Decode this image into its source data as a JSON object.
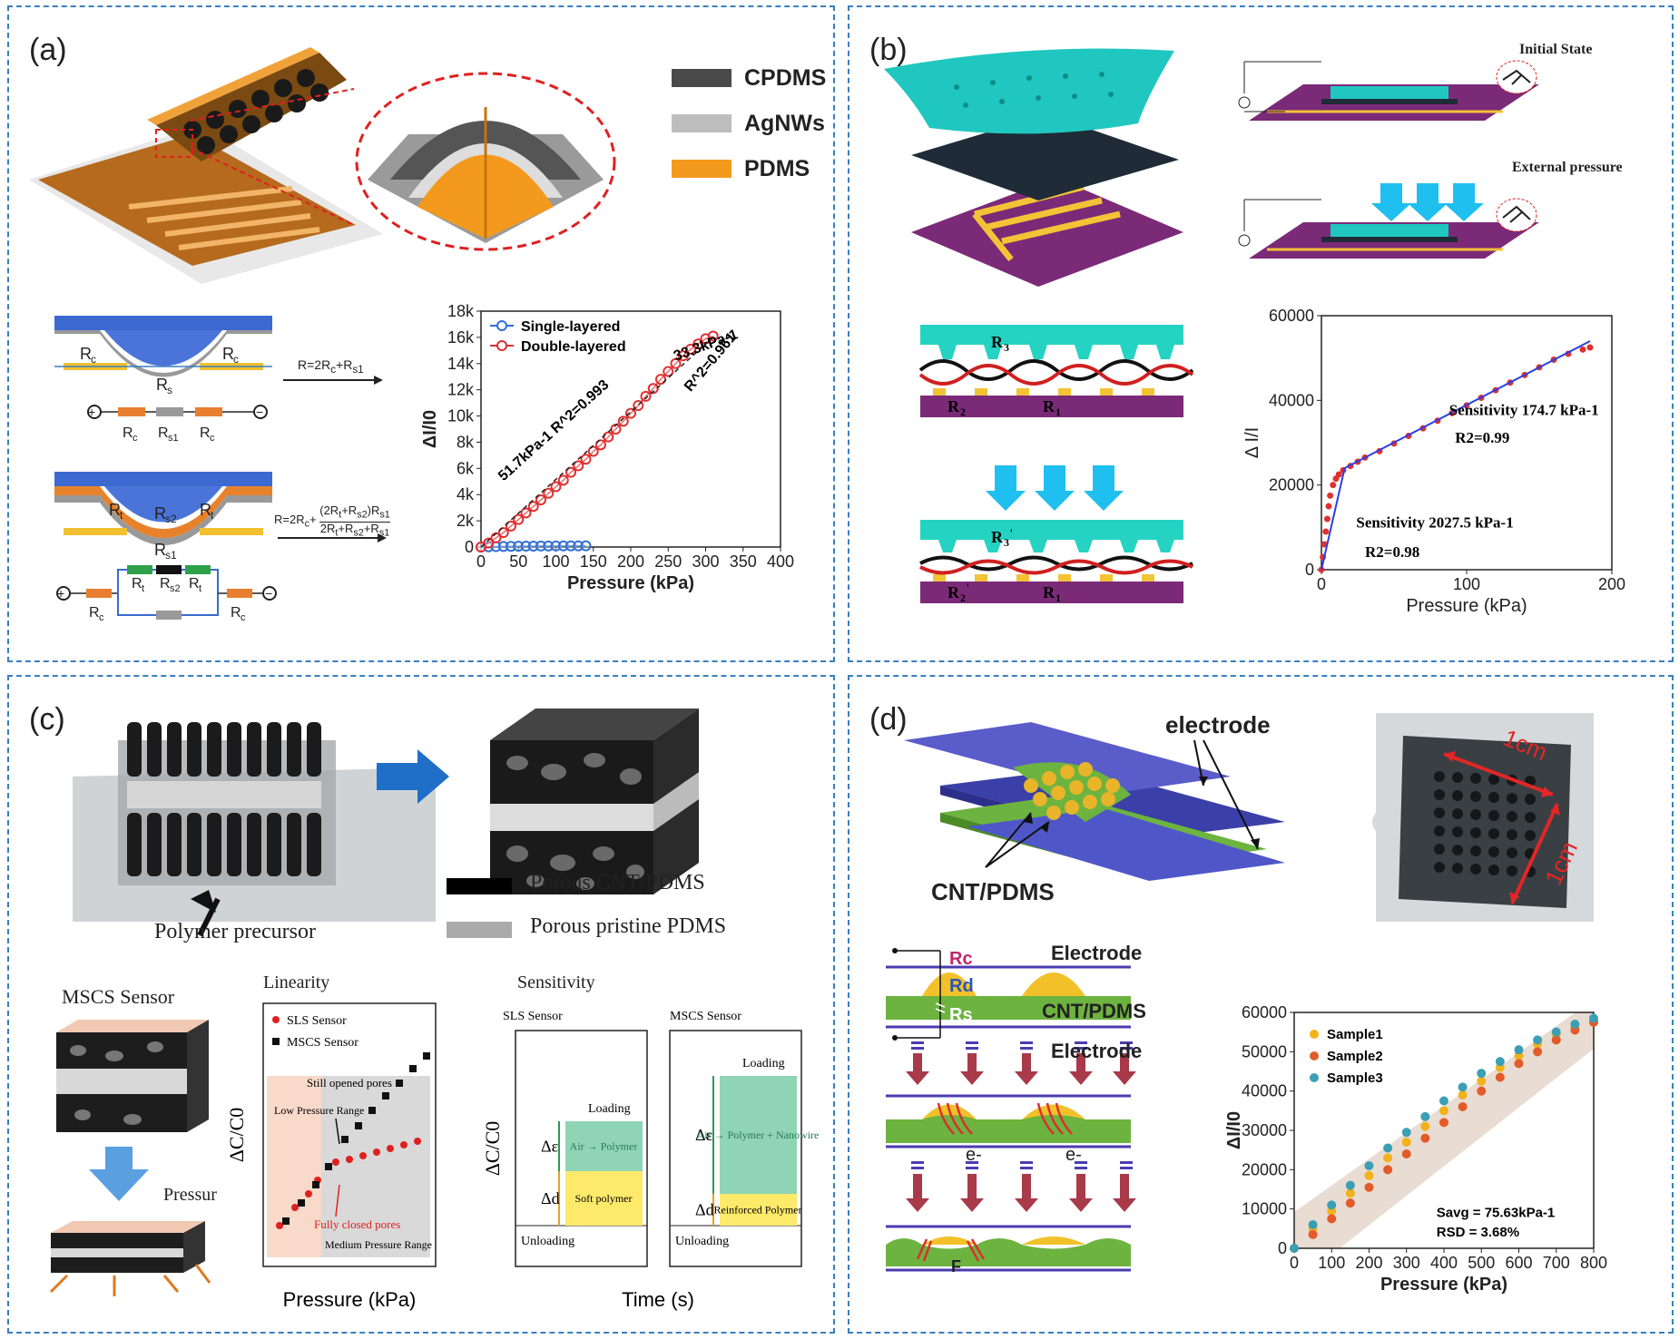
{
  "panel_a": {
    "label": "(a)",
    "legend": [
      {
        "name": "CPDMS",
        "color": "#4a4a4a"
      },
      {
        "name": "AgNWs",
        "color": "#bdbdbd"
      },
      {
        "name": "PDMS",
        "color": "#f39a1e"
      }
    ],
    "circuit1": {
      "eq": "R=2Rc+Rs1",
      "labels": [
        "Rc",
        "Rs",
        "Rc",
        "Rc",
        "Rs1",
        "Rc"
      ]
    },
    "circuit2": {
      "eq_prefix": "R=2Rc+",
      "eq_num": "(2Rt+Rs2)Rs1",
      "eq_den": "2Rt+Rs2+Rs1",
      "labels": [
        "Rt",
        "Rs2",
        "Rt",
        "Rs1",
        "Rt",
        "Rs2",
        "Rt",
        "Rc",
        "Rc"
      ]
    },
    "chart_data": {
      "type": "scatter",
      "xlabel": "Pressure (kPa)",
      "ylabel": "ΔI/I0",
      "xlim": [
        0,
        400
      ],
      "ylim": [
        0,
        18000
      ],
      "xticks": [
        "0",
        "50",
        "100",
        "150",
        "200",
        "250",
        "300",
        "350",
        "400"
      ],
      "yticks": [
        "0",
        "2k",
        "4k",
        "6k",
        "8k",
        "10k",
        "12k",
        "14k",
        "16k",
        "18k"
      ],
      "series": [
        {
          "name": "Single-layered",
          "color": "#2f6fd6",
          "x": [
            0,
            10,
            20,
            30,
            40,
            50,
            60,
            70,
            80,
            90,
            100,
            110,
            120,
            130,
            140
          ],
          "y": [
            0,
            20,
            35,
            45,
            55,
            60,
            65,
            70,
            75,
            80,
            82,
            85,
            88,
            90,
            92
          ]
        },
        {
          "name": "Double-layered",
          "color": "#e03030",
          "x": [
            0,
            10,
            20,
            30,
            40,
            50,
            60,
            70,
            80,
            90,
            100,
            110,
            120,
            130,
            140,
            150,
            160,
            170,
            180,
            190,
            200,
            210,
            220,
            230,
            240,
            250,
            260,
            270,
            280,
            290,
            300,
            310
          ],
          "y": [
            0,
            300,
            700,
            1100,
            1600,
            2100,
            2600,
            3100,
            3600,
            4100,
            4600,
            5100,
            5700,
            6200,
            6700,
            7300,
            7800,
            8400,
            9000,
            9600,
            10200,
            10800,
            11500,
            12100,
            12800,
            13400,
            14000,
            14600,
            15100,
            15500,
            15900,
            16100
          ]
        }
      ],
      "annotations": [
        "51.7kPa-1 R^2=0.993",
        "33.3kPa-1",
        "R^2=0.961"
      ]
    }
  },
  "panel_b": {
    "label": "(b)",
    "state1": "Initial State",
    "state2": "External pressure",
    "r_labels_top": [
      "R3",
      "R2",
      "R1"
    ],
    "r_labels_bot": [
      "R3'",
      "R2'",
      "R1"
    ],
    "chart_data": {
      "type": "scatter",
      "xlabel": "Pressure (kPa)",
      "ylabel": "Δ I/I",
      "xlim": [
        0,
        200
      ],
      "ylim": [
        0,
        60000
      ],
      "xticks": [
        "0",
        "100",
        "200"
      ],
      "yticks": [
        "0",
        "20000",
        "40000",
        "60000"
      ],
      "series": [
        {
          "name": "",
          "color": "#e03030",
          "x": [
            0,
            1,
            2,
            3,
            4,
            5,
            6,
            8,
            10,
            12,
            15,
            20,
            25,
            30,
            40,
            50,
            60,
            70,
            80,
            90,
            100,
            110,
            120,
            130,
            140,
            150,
            160,
            170,
            180,
            185
          ],
          "y": [
            0,
            3000,
            6000,
            9000,
            12000,
            15000,
            17500,
            20000,
            21500,
            22500,
            23500,
            24500,
            25500,
            26500,
            28000,
            29800,
            31600,
            33400,
            35200,
            37000,
            38800,
            40600,
            42400,
            44200,
            46000,
            47800,
            49600,
            51000,
            52000,
            52500
          ]
        }
      ],
      "annotations": [
        "Sensitivity 174.7 kPa-1",
        "R2=0.99",
        "Sensitivity 2027.5 kPa-1",
        "R2=0.98"
      ]
    }
  },
  "panel_c": {
    "label": "(c)",
    "precursor": "Polymer precursor",
    "legend": [
      {
        "name": "Porous CNT/PDMS",
        "color": "#000000"
      },
      {
        "name": "Porous pristine PDMS",
        "color": "#aaaaaa"
      }
    ],
    "mscs_title": "MSCS Sensor",
    "pressure_word": "Pressur",
    "linearity": {
      "title": "Linearity",
      "legend": [
        "SLS Sensor",
        "MSCS Sensor"
      ],
      "annot": [
        "Still opened pores",
        "Low Pressure Range",
        "Fully closed pores",
        "Medium Pressure Range"
      ],
      "xlabel": "Pressure (kPa)",
      "ylabel": "ΔC/C0"
    },
    "sensitivity": {
      "title": "Sensitivity",
      "sub1": "SLS Sensor",
      "sub2": "MSCS Sensor",
      "loading": "Loading",
      "unloading": "Unloading",
      "box1_top": "Air → Polymer",
      "box1_bot": "Soft polymer",
      "box2_top": "Air → Polymer + Nanowire",
      "box2_bot": "Reinforced Polymer",
      "de": "Δε",
      "dd": "Δd",
      "xlabel": "Time (s)",
      "ylabel": "ΔC/C0"
    }
  },
  "panel_d": {
    "label": "(d)",
    "electrode": "electrode",
    "cnt": "CNT/PDMS",
    "scale": [
      "1cm",
      "1cm"
    ],
    "layers": {
      "top": "Electrode",
      "mid": "CNT/PDMS",
      "bot": "Electrode",
      "rc": "Rc",
      "rd": "Rd",
      "rs": "Rs"
    },
    "e_label": "e-",
    "f_label": "F",
    "chart_data": {
      "type": "scatter",
      "xlabel": "Pressure (kPa)",
      "ylabel": "ΔI/I0",
      "xlim": [
        0,
        800
      ],
      "ylim": [
        0,
        60000
      ],
      "xticks": [
        "0",
        "100",
        "200",
        "300",
        "400",
        "500",
        "600",
        "700",
        "800"
      ],
      "yticks": [
        "0",
        "10000",
        "20000",
        "30000",
        "40000",
        "50000",
        "60000"
      ],
      "series": [
        {
          "name": "Sample1",
          "color": "#f2b21a",
          "x": [
            0,
            50,
            100,
            150,
            200,
            250,
            300,
            350,
            400,
            450,
            500,
            550,
            600,
            650,
            700,
            750,
            800
          ],
          "y": [
            0,
            5000,
            9500,
            14000,
            18500,
            23000,
            27000,
            31000,
            35000,
            39000,
            42500,
            46000,
            49000,
            52000,
            54500,
            56500,
            58000
          ]
        },
        {
          "name": "Sample2",
          "color": "#e35b2a",
          "x": [
            0,
            50,
            100,
            150,
            200,
            250,
            300,
            350,
            400,
            450,
            500,
            550,
            600,
            650,
            700,
            750,
            800
          ],
          "y": [
            0,
            3500,
            7500,
            11500,
            15500,
            20000,
            24000,
            28000,
            32000,
            36000,
            40000,
            43500,
            47000,
            50000,
            53000,
            55500,
            57500
          ]
        },
        {
          "name": "Sample3",
          "color": "#3b9fb5",
          "x": [
            0,
            50,
            100,
            150,
            200,
            250,
            300,
            350,
            400,
            450,
            500,
            550,
            600,
            650,
            700,
            750,
            800
          ],
          "y": [
            0,
            6000,
            11000,
            16000,
            21000,
            25500,
            29500,
            33500,
            37500,
            41000,
            44500,
            47500,
            50500,
            53000,
            55000,
            57000,
            58500
          ]
        }
      ],
      "annotations": [
        "Savg = 75.63kPa-1",
        "RSD = 3.68%"
      ]
    }
  }
}
